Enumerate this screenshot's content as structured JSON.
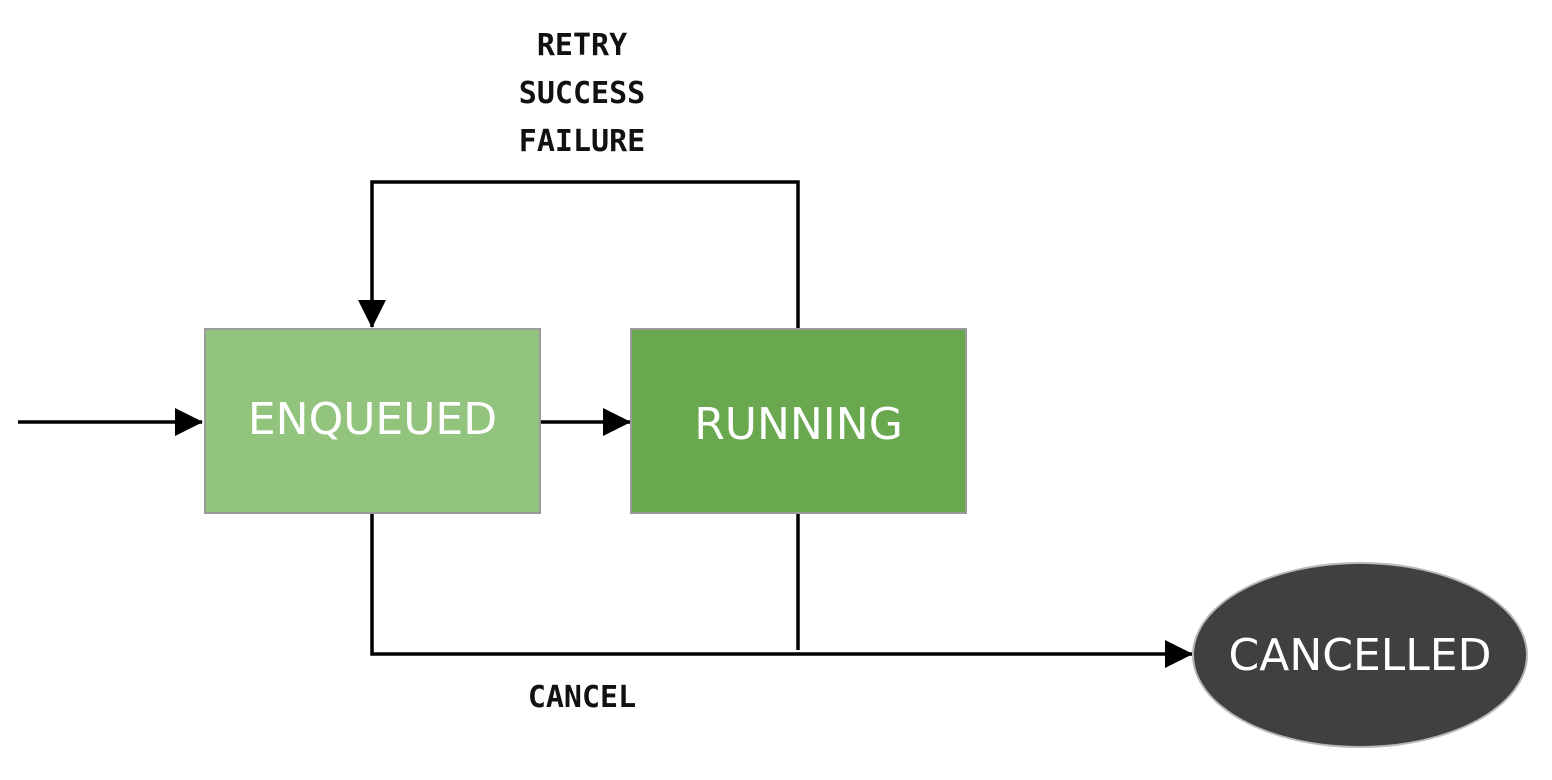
{
  "states": {
    "enqueued": {
      "label": "ENQUEUED",
      "color": "#93c47d"
    },
    "running": {
      "label": "RUNNING",
      "color": "#6aa84f"
    },
    "cancelled": {
      "label": "CANCELLED",
      "color": "#404040"
    }
  },
  "edges": {
    "loop_labels": [
      "RETRY",
      "SUCCESS",
      "FAILURE"
    ],
    "cancel_label": "CANCEL"
  },
  "colors": {
    "line": "#000000",
    "label_text": "#111111"
  }
}
